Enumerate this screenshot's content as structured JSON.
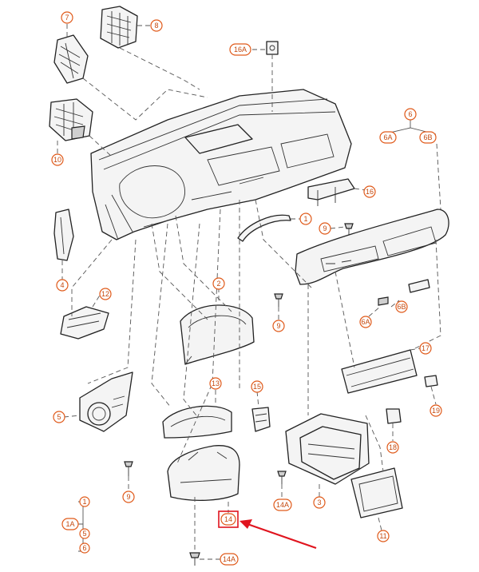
{
  "callouts": [
    {
      "id": "c7",
      "label": "7"
    },
    {
      "id": "c8",
      "label": "8"
    },
    {
      "id": "c16a",
      "label": "16A"
    },
    {
      "id": "c10",
      "label": "10"
    },
    {
      "id": "c6",
      "label": "6"
    },
    {
      "id": "c6a_top",
      "label": "6A"
    },
    {
      "id": "c6b_top",
      "label": "6B"
    },
    {
      "id": "c16",
      "label": "16"
    },
    {
      "id": "c1",
      "label": "1"
    },
    {
      "id": "c9_mid",
      "label": "9"
    },
    {
      "id": "c4",
      "label": "4"
    },
    {
      "id": "c12",
      "label": "12"
    },
    {
      "id": "c2",
      "label": "2"
    },
    {
      "id": "c9_left",
      "label": "9"
    },
    {
      "id": "c6b_mid",
      "label": "6B"
    },
    {
      "id": "c6a_mid",
      "label": "6A"
    },
    {
      "id": "c17",
      "label": "17"
    },
    {
      "id": "c5",
      "label": "5"
    },
    {
      "id": "c13",
      "label": "13"
    },
    {
      "id": "c15",
      "label": "15"
    },
    {
      "id": "c19",
      "label": "19"
    },
    {
      "id": "c18",
      "label": "18"
    },
    {
      "id": "c9_bottom",
      "label": "9"
    },
    {
      "id": "c14a_mid",
      "label": "14A"
    },
    {
      "id": "c3",
      "label": "3"
    },
    {
      "id": "c11",
      "label": "11"
    },
    {
      "id": "c14",
      "label": "14"
    },
    {
      "id": "c14a_bottom",
      "label": "14A"
    },
    {
      "id": "c1a",
      "label": "1A"
    },
    {
      "id": "c1_legend",
      "label": "1"
    },
    {
      "id": "c5_legend",
      "label": "5"
    },
    {
      "id": "c6_legend",
      "label": "6"
    }
  ],
  "highlight": {
    "target": "14",
    "color": "#e0141e"
  },
  "colors": {
    "callout": "#e05a1a",
    "lines": "#555555",
    "highlight": "#e0141e"
  }
}
